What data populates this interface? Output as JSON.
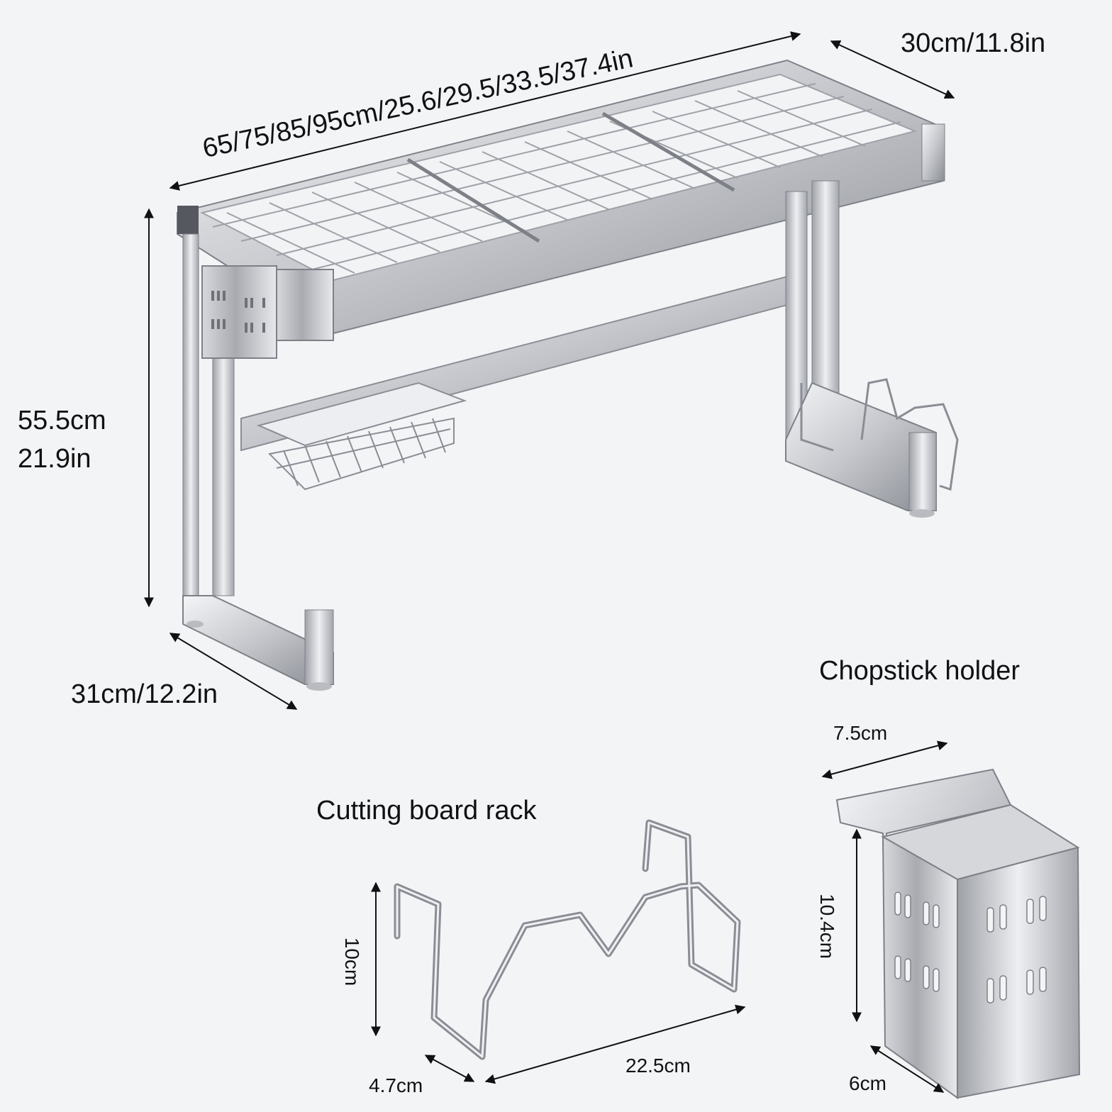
{
  "dimensions": {
    "rack_width": "65/75/85/95cm/25.6/29.5/33.5/37.4in",
    "rack_depth_top": "30cm/11.8in",
    "rack_height_cm": "55.5cm",
    "rack_height_in": "21.9in",
    "rack_depth_bottom": "31cm/12.2in"
  },
  "chopstick_holder": {
    "title": "Chopstick holder",
    "width": "7.5cm",
    "height": "10.4cm",
    "depth": "6cm"
  },
  "cutting_board_rack": {
    "title": "Cutting board rack",
    "height": "10cm",
    "depth": "4.7cm",
    "width": "22.5cm"
  },
  "colors": {
    "background": "#f3f4f6",
    "steel_light": "#e4e5e8",
    "steel_mid": "#b9bbc0",
    "steel_dark": "#7d8087",
    "arrow": "#111111"
  }
}
